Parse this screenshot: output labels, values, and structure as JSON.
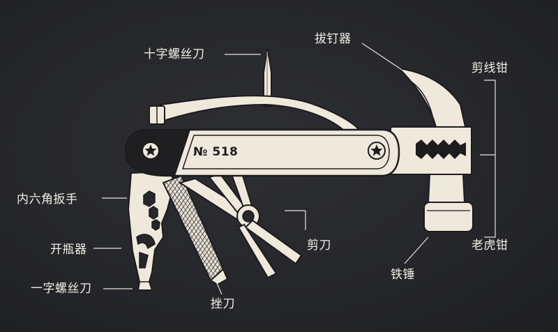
{
  "engraving": "№ 518",
  "labels": {
    "phillips_screwdriver": "十字螺丝刀",
    "nail_puller": "拔钉器",
    "wire_cutter": "剪线钳",
    "hex_wrench": "内六角扳手",
    "bottle_opener": "开瓶器",
    "flathead_screwdriver": "一字螺丝刀",
    "file": "挫刀",
    "scissors": "剪刀",
    "hammer": "铁锤",
    "pliers": "老虎钳"
  },
  "colors": {
    "background": "#26272a",
    "tool": "#efe9dc",
    "outline": "#1c1c1e",
    "text": "#f2eee4"
  }
}
